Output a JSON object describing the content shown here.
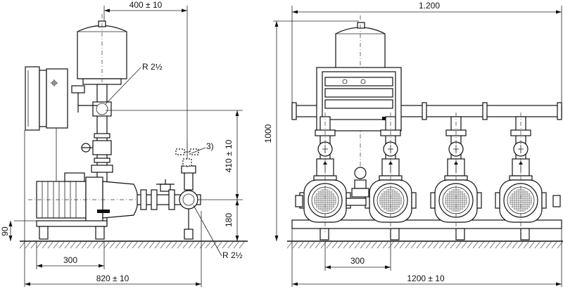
{
  "side_view": {
    "dim_top": "400 ± 10",
    "dim_bottom": "820 ± 10",
    "dim_base": "300",
    "dim_height_left": "90",
    "dim_height_right_top": "410 ± 10",
    "dim_height_right_bottom": "180",
    "label_connection_top": "R 2½",
    "label_connection_bottom": "R 2½",
    "label_note": "3)"
  },
  "front_view": {
    "dim_top": "1.200",
    "dim_bottom": "1200 ± 10",
    "dim_base": "300",
    "dim_height": "1000"
  }
}
